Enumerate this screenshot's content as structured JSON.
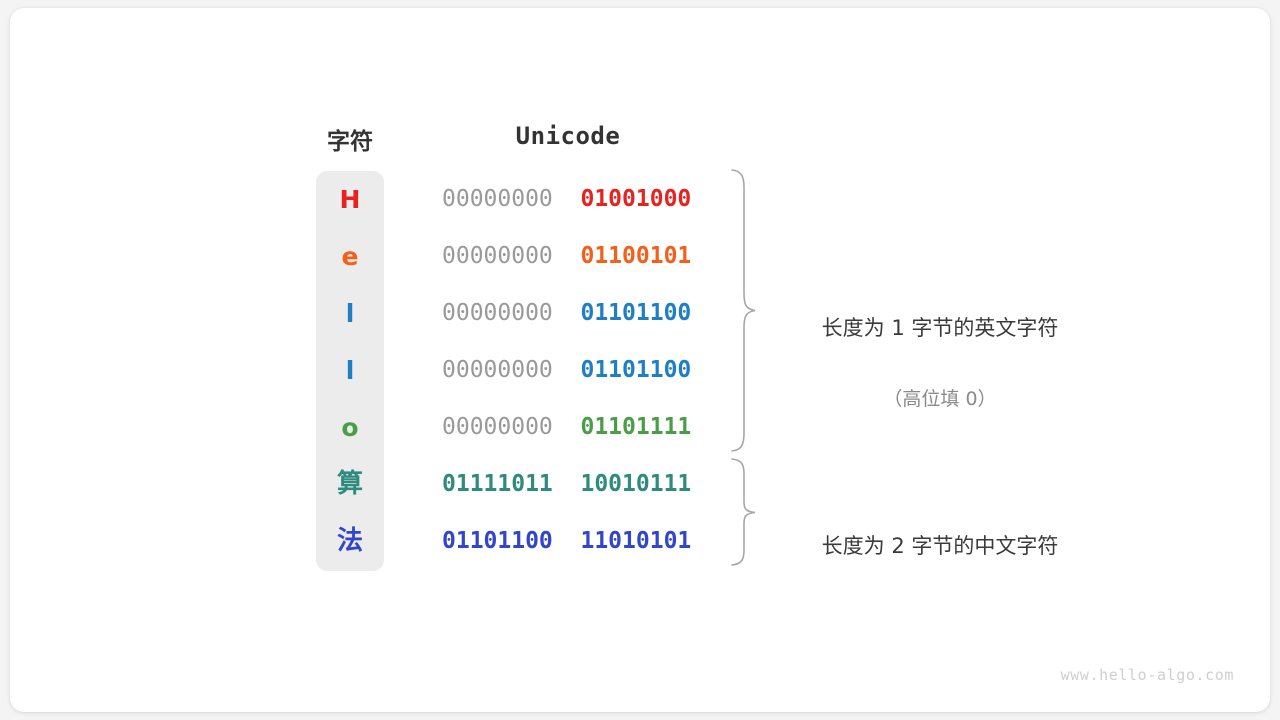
{
  "headers": {
    "char": "字符",
    "unicode": "Unicode"
  },
  "colors": {
    "background": "#f4f4f4",
    "card": "#ffffff",
    "char_column": "#ececec",
    "pad_byte": "#999999",
    "header_text": "#333333",
    "annotation_main": "#3a3a3a",
    "annotation_sub": "#8a8a8a",
    "brace": "#a6a6a6",
    "watermark": "#cfcfcf"
  },
  "rows": [
    {
      "char": "H",
      "color": "#e8231f",
      "pad": "00000000",
      "value": "01001000",
      "pad_visible": true,
      "cjk": false
    },
    {
      "char": "e",
      "color": "#f4601a",
      "pad": "00000000",
      "value": "01100101",
      "pad_visible": true,
      "cjk": false
    },
    {
      "char": "l",
      "color": "#1f7fc4",
      "pad": "00000000",
      "value": "01101100",
      "pad_visible": true,
      "cjk": false
    },
    {
      "char": "l",
      "color": "#1f7fc4",
      "pad": "00000000",
      "value": "01101100",
      "pad_visible": true,
      "cjk": false
    },
    {
      "char": "o",
      "color": "#4a9e48",
      "pad": "00000000",
      "value": "01101111",
      "pad_visible": true,
      "cjk": false
    },
    {
      "char": "算",
      "color": "#2e8b7d",
      "pad": "01111011",
      "value": "10010111",
      "pad_visible": false,
      "cjk": true
    },
    {
      "char": "法",
      "color": "#3146cc",
      "pad": "01101100",
      "value": "11010101",
      "pad_visible": false,
      "cjk": true
    }
  ],
  "annotations": [
    {
      "main": "长度为 1 字节的英文字符",
      "sub": "（高位填 0）",
      "covers_rows": [
        0,
        4
      ]
    },
    {
      "main": "长度为 2 字节的中文字符",
      "sub": "",
      "covers_rows": [
        5,
        6
      ]
    }
  ],
  "watermark": "www.hello-algo.com"
}
